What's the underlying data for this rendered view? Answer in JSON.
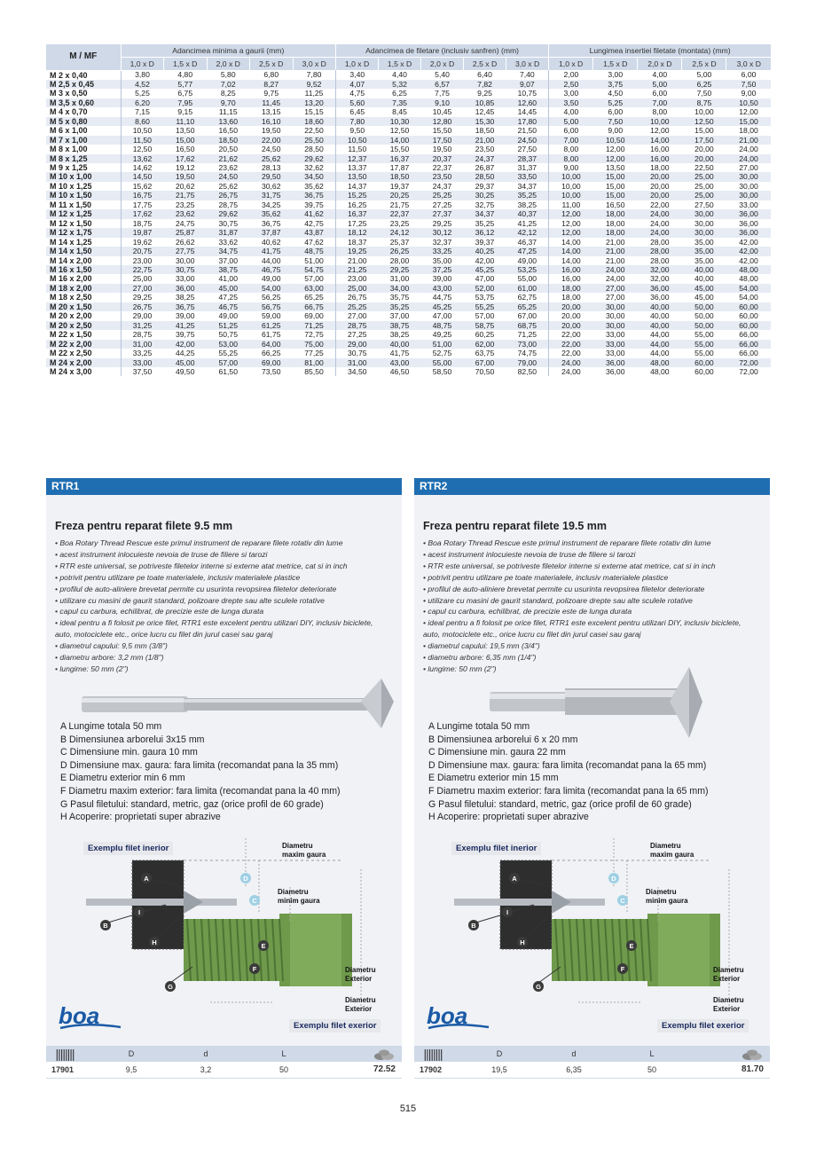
{
  "table": {
    "corner": "M / MF",
    "groups": [
      "Adancimea minima a gaurii (mm)",
      "Adancimea de filetare (inclusiv sanfren) (mm)",
      "Lungimea insertiei filetate (montata) (mm)"
    ],
    "subheaders": [
      "1,0 x D",
      "1,5 x D",
      "2,0 x D",
      "2,5 x D",
      "3,0 x D"
    ],
    "rows": [
      [
        "M 2 x 0,40",
        "3,80",
        "4,80",
        "5,80",
        "6,80",
        "7,80",
        "3,40",
        "4,40",
        "5,40",
        "6,40",
        "7,40",
        "2,00",
        "3,00",
        "4,00",
        "5,00",
        "6,00"
      ],
      [
        "M 2,5 x 0,45",
        "4,52",
        "5,77",
        "7,02",
        "8,27",
        "9,52",
        "4,07",
        "5,32",
        "6,57",
        "7,82",
        "9,07",
        "2,50",
        "3,75",
        "5,00",
        "6,25",
        "7,50"
      ],
      [
        "M 3 x 0,50",
        "5,25",
        "6,75",
        "8,25",
        "9,75",
        "11,25",
        "4,75",
        "6,25",
        "7,75",
        "9,25",
        "10,75",
        "3,00",
        "4,50",
        "6,00",
        "7,50",
        "9,00"
      ],
      [
        "M 3,5 x 0,60",
        "6,20",
        "7,95",
        "9,70",
        "11,45",
        "13,20",
        "5,60",
        "7,35",
        "9,10",
        "10,85",
        "12,60",
        "3,50",
        "5,25",
        "7,00",
        "8,75",
        "10,50"
      ],
      [
        "M 4 x 0,70",
        "7,15",
        "9,15",
        "11,15",
        "13,15",
        "15,15",
        "6,45",
        "8,45",
        "10,45",
        "12,45",
        "14,45",
        "4,00",
        "6,00",
        "8,00",
        "10,00",
        "12,00"
      ],
      [
        "M 5 x 0,80",
        "8,60",
        "11,10",
        "13,60",
        "16,10",
        "18,60",
        "7,80",
        "10,30",
        "12,80",
        "15,30",
        "17,80",
        "5,00",
        "7,50",
        "10,00",
        "12,50",
        "15,00"
      ],
      [
        "M 6 x 1,00",
        "10,50",
        "13,50",
        "16,50",
        "19,50",
        "22,50",
        "9,50",
        "12,50",
        "15,50",
        "18,50",
        "21,50",
        "6,00",
        "9,00",
        "12,00",
        "15,00",
        "18,00"
      ],
      [
        "M 7 x 1,00",
        "11,50",
        "15,00",
        "18,50",
        "22,00",
        "25,50",
        "10,50",
        "14,00",
        "17,50",
        "21,00",
        "24,50",
        "7,00",
        "10,50",
        "14,00",
        "17,50",
        "21,00"
      ],
      [
        "M 8 x 1,00",
        "12,50",
        "16,50",
        "20,50",
        "24,50",
        "28,50",
        "11,50",
        "15,50",
        "19,50",
        "23,50",
        "27,50",
        "8,00",
        "12,00",
        "16,00",
        "20,00",
        "24,00"
      ],
      [
        "M 8 x 1,25",
        "13,62",
        "17,62",
        "21,62",
        "25,62",
        "29,62",
        "12,37",
        "16,37",
        "20,37",
        "24,37",
        "28,37",
        "8,00",
        "12,00",
        "16,00",
        "20,00",
        "24,00"
      ],
      [
        "M 9 x 1,25",
        "14,62",
        "19,12",
        "23,62",
        "28,13",
        "32,62",
        "13,37",
        "17,87",
        "22,37",
        "26,87",
        "31,37",
        "9,00",
        "13,50",
        "18,00",
        "22,50",
        "27,00"
      ],
      [
        "M 10 x 1,00",
        "14,50",
        "19,50",
        "24,50",
        "29,50",
        "34,50",
        "13,50",
        "18,50",
        "23,50",
        "28,50",
        "33,50",
        "10,00",
        "15,00",
        "20,00",
        "25,00",
        "30,00"
      ],
      [
        "M 10 x 1,25",
        "15,62",
        "20,62",
        "25,62",
        "30,62",
        "35,62",
        "14,37",
        "19,37",
        "24,37",
        "29,37",
        "34,37",
        "10,00",
        "15,00",
        "20,00",
        "25,00",
        "30,00"
      ],
      [
        "M 10 x 1,50",
        "16,75",
        "21,75",
        "26,75",
        "31,75",
        "36,75",
        "15,25",
        "20,25",
        "25,25",
        "30,25",
        "35,25",
        "10,00",
        "15,00",
        "20,00",
        "25,00",
        "30,00"
      ],
      [
        "M 11 x 1,50",
        "17,75",
        "23,25",
        "28,75",
        "34,25",
        "39,75",
        "16,25",
        "21,75",
        "27,25",
        "32,75",
        "38,25",
        "11,00",
        "16,50",
        "22,00",
        "27,50",
        "33,00"
      ],
      [
        "M 12 x 1,25",
        "17,62",
        "23,62",
        "29,62",
        "35,62",
        "41,62",
        "16,37",
        "22,37",
        "27,37",
        "34,37",
        "40,37",
        "12,00",
        "18,00",
        "24,00",
        "30,00",
        "36,00"
      ],
      [
        "M 12 x 1,50",
        "18,75",
        "24,75",
        "30,75",
        "36,75",
        "42,75",
        "17,25",
        "23,25",
        "29,25",
        "35,25",
        "41,25",
        "12,00",
        "18,00",
        "24,00",
        "30,00",
        "36,00"
      ],
      [
        "M 12 x 1,75",
        "19,87",
        "25,87",
        "31,87",
        "37,87",
        "43,87",
        "18,12",
        "24,12",
        "30,12",
        "36,12",
        "42,12",
        "12,00",
        "18,00",
        "24,00",
        "30,00",
        "36,00"
      ],
      [
        "M 14 x 1,25",
        "19,62",
        "26,62",
        "33,62",
        "40,62",
        "47,62",
        "18,37",
        "25,37",
        "32,37",
        "39,37",
        "46,37",
        "14,00",
        "21,00",
        "28,00",
        "35,00",
        "42,00"
      ],
      [
        "M 14 x 1,50",
        "20,75",
        "27,75",
        "34,75",
        "41,75",
        "48,75",
        "19,25",
        "26,25",
        "33,25",
        "40,25",
        "47,25",
        "14,00",
        "21,00",
        "28,00",
        "35,00",
        "42,00"
      ],
      [
        "M 14 x 2,00",
        "23,00",
        "30,00",
        "37,00",
        "44,00",
        "51,00",
        "21,00",
        "28,00",
        "35,00",
        "42,00",
        "49,00",
        "14,00",
        "21,00",
        "28,00",
        "35,00",
        "42,00"
      ],
      [
        "M 16 x 1,50",
        "22,75",
        "30,75",
        "38,75",
        "46,75",
        "54,75",
        "21,25",
        "29,25",
        "37,25",
        "45,25",
        "53,25",
        "16,00",
        "24,00",
        "32,00",
        "40,00",
        "48,00"
      ],
      [
        "M 16 x 2,00",
        "25,00",
        "33,00",
        "41,00",
        "49,00",
        "57,00",
        "23,00",
        "31,00",
        "39,00",
        "47,00",
        "55,00",
        "16,00",
        "24,00",
        "32,00",
        "40,00",
        "48,00"
      ],
      [
        "M 18 x 2,00",
        "27,00",
        "36,00",
        "45,00",
        "54,00",
        "63,00",
        "25,00",
        "34,00",
        "43,00",
        "52,00",
        "61,00",
        "18,00",
        "27,00",
        "36,00",
        "45,00",
        "54,00"
      ],
      [
        "M 18 x 2,50",
        "29,25",
        "38,25",
        "47,25",
        "56,25",
        "65,25",
        "26,75",
        "35,75",
        "44,75",
        "53,75",
        "62,75",
        "18,00",
        "27,00",
        "36,00",
        "45,00",
        "54,00"
      ],
      [
        "M 20 x 1,50",
        "26,75",
        "36,75",
        "46,75",
        "56,75",
        "66,75",
        "25,25",
        "35,25",
        "45,25",
        "55,25",
        "65,25",
        "20,00",
        "30,00",
        "40,00",
        "50,00",
        "60,00"
      ],
      [
        "M 20 x 2,00",
        "29,00",
        "39,00",
        "49,00",
        "59,00",
        "69,00",
        "27,00",
        "37,00",
        "47,00",
        "57,00",
        "67,00",
        "20,00",
        "30,00",
        "40,00",
        "50,00",
        "60,00"
      ],
      [
        "M 20 x 2,50",
        "31,25",
        "41,25",
        "51,25",
        "61,25",
        "71,25",
        "28,75",
        "38,75",
        "48,75",
        "58,75",
        "68,75",
        "20,00",
        "30,00",
        "40,00",
        "50,00",
        "60,00"
      ],
      [
        "M 22 x 1,50",
        "28,75",
        "39,75",
        "50,75",
        "61,75",
        "72,75",
        "27,25",
        "38,25",
        "49,25",
        "60,25",
        "71,25",
        "22,00",
        "33,00",
        "44,00",
        "55,00",
        "66,00"
      ],
      [
        "M 22 x 2,00",
        "31,00",
        "42,00",
        "53,00",
        "64,00",
        "75,00",
        "29,00",
        "40,00",
        "51,00",
        "62,00",
        "73,00",
        "22,00",
        "33,00",
        "44,00",
        "55,00",
        "66,00"
      ],
      [
        "M 22 x 2,50",
        "33,25",
        "44,25",
        "55,25",
        "66,25",
        "77,25",
        "30,75",
        "41,75",
        "52,75",
        "63,75",
        "74,75",
        "22,00",
        "33,00",
        "44,00",
        "55,00",
        "66,00"
      ],
      [
        "M 24 x 2,00",
        "33,00",
        "45,00",
        "57,00",
        "69,00",
        "81,00",
        "31,00",
        "43,00",
        "55,00",
        "67,00",
        "79,00",
        "24,00",
        "36,00",
        "48,00",
        "60,00",
        "72,00"
      ],
      [
        "M 24 x 3,00",
        "37,50",
        "49,50",
        "61,50",
        "73,50",
        "85,50",
        "34,50",
        "46,50",
        "58,50",
        "70,50",
        "82,50",
        "24,00",
        "36,00",
        "48,00",
        "60,00",
        "72,00"
      ]
    ]
  },
  "products": [
    {
      "tag": "RTR1",
      "title": "Freza pentru reparat filete 9.5 mm",
      "bullets": [
        "• Boa Rotary Thread Rescue este primul instrument de reparare filete rotativ din lume",
        "• acest instrument inlocuieste nevoia de truse de filiere si tarozi",
        "• RTR este universal, se potriveste filetelor interne si externe atat metrice, cat si in inch",
        "• potrivit pentru utilizare pe toate materialele, inclusiv materialele plastice",
        "• profilul de auto-aliniere brevetat permite cu usurinta revopsirea filetelor deteriorate",
        "• utilizare cu masini de gaurit standard, polizoare drepte sau alte sculele rotative",
        "• capul cu carbura, echilibrat, de precizie este de lunga durata",
        "• ideal pentru a fi folosit pe orice filet, RTR1 este excelent pentru utilizari DIY, inclusiv biciclete,",
        "auto, motociclete etc., orice lucru cu filet din jurul casei sau garaj",
        "• diametrul capului: 9,5 mm (3/8\")",
        "• diametru arbore: 3,2 mm (1/8\")",
        "• lungime: 50 mm (2\")"
      ],
      "specs": [
        "A Lungime totala 50 mm",
        "B Dimensiunea arborelui 3x15 mm",
        "C Dimensiune min. gaura 10 mm",
        "D Dimensiune max. gaura: fara limita (recomandat pana la 35 mm)",
        "E Diametru exterior min 6 mm",
        "F Diametru maxim exterior: fara limita (recomandat pana la 40 mm)",
        "G Pasul filetului: standard, metric, gaz (orice profil de 60 grade)",
        "H Acoperire: proprietati super abrazive"
      ],
      "diagram": {
        "label_inner": "Exemplu filet inerior",
        "label_outer": "Exemplu filet exerior",
        "d_max": "Diametru maxim gaura",
        "d_min": "Diametru minim gaura",
        "d_ext1": "Diametru Exterior",
        "d_ext2": "Diametru Exterior",
        "letters": [
          "A",
          "B",
          "C",
          "D",
          "E",
          "F",
          "G",
          "H",
          "I"
        ]
      },
      "footer": {
        "h_d": "D",
        "h_dd": "d",
        "h_l": "L",
        "code": "17901",
        "D": "9,5",
        "d": "3,2",
        "L": "50",
        "price": "72.52"
      }
    },
    {
      "tag": "RTR2",
      "title": "Freza pentru reparat filete 19.5 mm",
      "bullets": [
        "• Boa Rotary Thread Rescue este primul instrument de reparare filete rotativ din lume",
        "• acest instrument inlocuieste nevoia de truse de filiere si tarozi",
        "• RTR este universal, se potriveste filetelor interne si externe atat metrice, cat si in inch",
        "• potrivit pentru utilizare pe toate materialele, inclusiv materialele plastice",
        "• profilul de auto-aliniere brevetat permite cu usurinta revopsirea filetelor deteriorate",
        "• utilizare cu masini de gaurit standard, polizoare drepte sau alte sculele rotative",
        "• capul cu carbura, echilibrat, de precizie este de lunga durata",
        "• ideal pentru a fi folosit pe orice filet, RTR1 este excelent pentru utilizari DIY, inclusiv biciclete,",
        "auto, motociclete etc., orice lucru cu filet din jurul casei sau garaj",
        "• diametrul capului: 19,5 mm (3/4\")",
        "• diametru arbore: 6,35 mm (1/4\")",
        "• lungime: 50 mm (2\")"
      ],
      "specs": [
        "A Lungime totala 50 mm",
        "B Dimensiunea arborelui 6 x 20 mm",
        "C Dimensiune min. gaura 22 mm",
        "D Dimensiune max. gaura: fara limita (recomandat pana la 65 mm)",
        "E Diametru exterior min 15 mm",
        "F Diametru maxim exterior: fara limita (recomandat pana la 65 mm)",
        "G Pasul filetului: standard, metric, gaz (orice profil de 60 grade)",
        "H Acoperire: proprietati super abrazive"
      ],
      "diagram": {
        "label_inner": "Exemplu filet inerior",
        "label_outer": "Exemplu filet exerior",
        "d_max": "Diametru maxim gaura",
        "d_min": "Diametru minim gaura",
        "d_ext1": "Diametru Exterior",
        "d_ext2": "Diametru Exterior",
        "letters": [
          "A",
          "B",
          "C",
          "D",
          "E",
          "F",
          "G",
          "H",
          "I"
        ]
      },
      "footer": {
        "h_d": "D",
        "h_dd": "d",
        "h_l": "L",
        "code": "17902",
        "D": "19,5",
        "d": "6,35",
        "L": "50",
        "price": "81.70"
      }
    }
  ],
  "brand": "boa",
  "page_number": "515",
  "colors": {
    "header_blue": "#1f6eb2",
    "table_header": "#cfd9e8",
    "row_alt": "#e6ebf4",
    "card_bg": "#f0f2f6",
    "bolt_green": "#6f9a4c",
    "nut_black": "#2a2a2a",
    "letter_dot": "#3a3a3a",
    "brand_blue": "#1a5aa6"
  },
  "icons": {
    "barcode": "barcode-icon",
    "weight": "weight-icon",
    "logo": "boa-logo"
  }
}
